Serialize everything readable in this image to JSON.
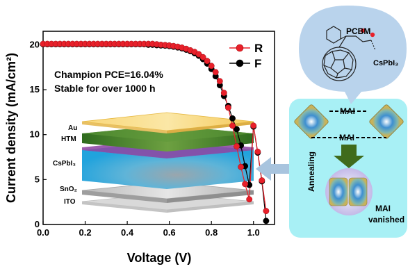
{
  "chart_data": {
    "type": "scatter",
    "xlabel": "Voltage (V)",
    "ylabel": "Current density (mA/cm²)",
    "xlim": [
      0.0,
      1.1
    ],
    "ylim": [
      0,
      21.5
    ],
    "xticks": [
      "0.0",
      "0.2",
      "0.4",
      "0.6",
      "0.8",
      "1.0"
    ],
    "yticks": [
      "0",
      "5",
      "10",
      "15",
      "20"
    ],
    "annotations": [
      "Champion PCE=16.04%",
      "Stable for over 1000 h"
    ],
    "legend_position": "top-right",
    "series": [
      {
        "name": "R",
        "color": "#e8202a",
        "x": [
          0.0,
          0.02,
          0.04,
          0.06,
          0.08,
          0.1,
          0.12,
          0.14,
          0.16,
          0.18,
          0.2,
          0.22,
          0.24,
          0.26,
          0.28,
          0.3,
          0.32,
          0.34,
          0.36,
          0.38,
          0.4,
          0.42,
          0.44,
          0.46,
          0.48,
          0.5,
          0.52,
          0.54,
          0.56,
          0.58,
          0.6,
          0.62,
          0.64,
          0.66,
          0.68,
          0.7,
          0.72,
          0.74,
          0.76,
          0.78,
          0.8,
          0.82,
          0.84,
          0.86,
          0.88,
          0.9,
          0.92,
          0.94,
          0.96,
          0.98,
          1.0,
          1.02,
          1.04,
          1.06
        ],
        "y": [
          20.1,
          20.1,
          20.1,
          20.1,
          20.1,
          20.1,
          20.1,
          20.1,
          20.1,
          20.1,
          20.1,
          20.1,
          20.1,
          20.1,
          20.1,
          20.1,
          20.1,
          20.1,
          20.1,
          20.1,
          20.1,
          20.1,
          20.1,
          20.1,
          20.1,
          20.1,
          20.1,
          20.05,
          20.0,
          19.97,
          19.92,
          19.86,
          19.78,
          19.68,
          19.55,
          19.38,
          19.2,
          18.95,
          18.62,
          18.2,
          17.65,
          16.95,
          15.95,
          14.65,
          13.0,
          11.0,
          8.7,
          6.4,
          4.5,
          2.8,
          11.0,
          8.1,
          4.9,
          1.5
        ]
      },
      {
        "name": "F",
        "color": "#000000",
        "x": [
          0.0,
          0.02,
          0.04,
          0.06,
          0.08,
          0.1,
          0.12,
          0.14,
          0.16,
          0.18,
          0.2,
          0.22,
          0.24,
          0.26,
          0.28,
          0.3,
          0.32,
          0.34,
          0.36,
          0.38,
          0.4,
          0.42,
          0.44,
          0.46,
          0.48,
          0.5,
          0.52,
          0.54,
          0.56,
          0.58,
          0.6,
          0.62,
          0.64,
          0.66,
          0.68,
          0.7,
          0.72,
          0.74,
          0.76,
          0.78,
          0.8,
          0.82,
          0.84,
          0.86,
          0.88,
          0.9,
          0.92,
          0.94,
          0.96,
          0.98,
          1.0,
          1.02,
          1.04,
          1.06
        ],
        "y": [
          20.05,
          20.05,
          20.05,
          20.05,
          20.05,
          20.05,
          20.05,
          20.05,
          20.05,
          20.05,
          20.05,
          20.05,
          20.05,
          20.05,
          20.05,
          20.05,
          20.05,
          20.05,
          20.05,
          20.05,
          20.05,
          20.05,
          20.05,
          20.05,
          20.05,
          20.0,
          20.0,
          19.95,
          19.92,
          19.9,
          19.85,
          19.78,
          19.7,
          19.6,
          19.45,
          19.28,
          19.05,
          18.78,
          18.4,
          17.9,
          17.3,
          16.5,
          15.5,
          14.3,
          13.2,
          11.8,
          10.6,
          8.8,
          6.5,
          4.4,
          10.9,
          8.0,
          4.8,
          0.4
        ]
      }
    ]
  },
  "device": {
    "layers": [
      "Au",
      "HTM",
      "CsPbI₃",
      "SnO₂",
      "ITO"
    ]
  },
  "scheme": {
    "molecule_label": "PCBM",
    "bound_label": "CsPbI₃",
    "mai_top": "MAI",
    "mai_mid": "MAI",
    "annealing_label": "Annealing",
    "vanished_line1": "MAI",
    "vanished_line2": "vanished"
  },
  "colors": {
    "scheme_bg": "#a8f0f5",
    "bubble_bg": "#b9d3ec",
    "arrow_green": "#3f6b1c",
    "arrow_blue": "#a8c4de"
  }
}
